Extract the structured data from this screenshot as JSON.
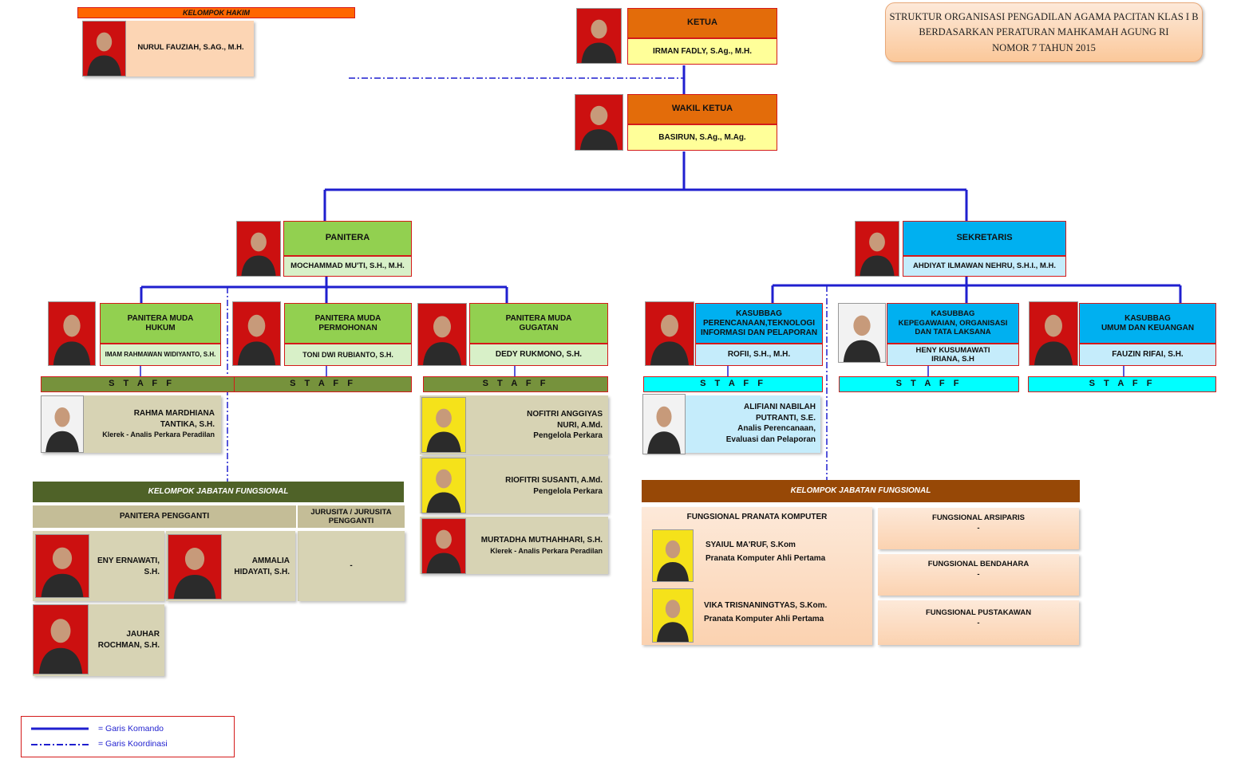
{
  "title": {
    "line1": "STRUKTUR ORGANISASI PENGADILAN AGAMA PACITAN KLAS I B",
    "line2": "BERDASARKAN PERATURAN MAHKAMAH AGUNG RI",
    "line3": "NOMOR 7 TAHUN 2015"
  },
  "hakim": {
    "header": "KELOMPOK  HAKIM",
    "name": "NURUL FAUZIAH, S.AG., M.H."
  },
  "ketua": {
    "title": "KETUA",
    "name": "IRMAN FADLY, S.Ag., M.H."
  },
  "wakil": {
    "title": "WAKIL KETUA",
    "name": "BASIRUN, S.Ag., M.Ag."
  },
  "panitera": {
    "title": "PANITERA",
    "name": "MOCHAMMAD MU'TI, S.H., M.H."
  },
  "sekretaris": {
    "title": "SEKRETARIS",
    "name": "AHDIYAT ILMAWAN NEHRU, S.H.I., M.H."
  },
  "pm_hukum": {
    "title1": "PANITERA MUDA",
    "title2": "HUKUM",
    "name": "IMAM RAHMAWAN WIDIYANTO, S.H."
  },
  "pm_permohonan": {
    "title1": "PANITERA MUDA",
    "title2": "PERMOHONAN",
    "name": "TONI DWI RUBIANTO, S.H."
  },
  "pm_gugatan": {
    "title1": "PANITERA MUDA",
    "title2": "GUGATAN",
    "name": "DEDY RUKMONO, S.H."
  },
  "kasubbag_ptip": {
    "title1": "KASUBBAG",
    "title2": "PERENCANAAN,TEKNOLOGI",
    "title3": "INFORMASI DAN PELAPORAN",
    "name": "ROFII,  S.H., M.H."
  },
  "kasubbag_kepeg": {
    "title1": "KASUBBAG",
    "title2": "KEPEGAWAIAN, ORGANISASI",
    "title3": "DAN TATA LAKSANA",
    "name1": "HENY KUSUMAWATI",
    "name2": "IRIANA, S.H"
  },
  "kasubbag_umum": {
    "title1": "KASUBBAG",
    "title2": "UMUM DAN KEUANGAN",
    "name": "FAUZIN RIFAI, S.H."
  },
  "staff_label": "S T A F F",
  "staff_hukum": {
    "name1": "RAHMA MARDHIANA",
    "name2": "TANTIKA, S.H.",
    "role": "Klerek - Analis Perkara Peradilan"
  },
  "staff_gugatan": [
    {
      "name1": "NOFITRI ANGGIYAS",
      "name2": "NURI, A.Md.",
      "role": "Pengelola Perkara"
    },
    {
      "name1": "RIOFITRI SUSANTI, A.Md.",
      "name2": "",
      "role": "Pengelola Perkara"
    },
    {
      "name1": "MURTADHA MUTHAHHARI, S.H.",
      "name2": "",
      "role": "Klerek - Analis Perkara Peradilan"
    }
  ],
  "staff_ptip": {
    "name1": "ALIFIANI NABILAH",
    "name2": "PUTRANTI, S.E.",
    "role1": "Analis Perencanaan,",
    "role2": "Evaluasi dan Pelaporan"
  },
  "fungsional_left": {
    "header": "KELOMPOK JABATAN FUNGSIONAL",
    "pp_header": "PANITERA PENGGANTI",
    "js_header1": "JURUSITA / JURUSITA",
    "js_header2": "PENGGANTI",
    "js_value": "-",
    "members": [
      {
        "name1": "ENY ERNAWATI,",
        "name2": "S.H."
      },
      {
        "name1": "AMMALIA",
        "name2": "HIDAYATI, S.H."
      },
      {
        "name1": "JAUHAR",
        "name2": "ROCHMAN, S.H."
      }
    ]
  },
  "fungsional_right": {
    "header": "KELOMPOK JABATAN FUNGSIONAL",
    "pk_header": "FUNGSIONAL PRANATA KOMPUTER",
    "pk_members": [
      {
        "name": "SYAIUL MA'RUF, S.Kom",
        "role": "Pranata Komputer Ahli Pertama"
      },
      {
        "name": "VIKA TRISNANINGTYAS, S.Kom.",
        "role": "Pranata Komputer Ahli Pertama"
      }
    ],
    "others": [
      {
        "title": "FUNGSIONAL ARSIPARIS",
        "value": "-"
      },
      {
        "title": "FUNGSIONAL BENDAHARA",
        "value": "-"
      },
      {
        "title": "FUNGSIONAL PUSTAKAWAN",
        "value": "-"
      }
    ]
  },
  "legend": {
    "komando": "=  Garis Komando",
    "koordinasi": "=  Garis Koordinasi"
  },
  "colors": {
    "line": "#1f1fcf",
    "ketua": "#e36c0a",
    "panitera": "#92d050",
    "sekretaris": "#00b0f0",
    "name_box": "#ffff99"
  }
}
